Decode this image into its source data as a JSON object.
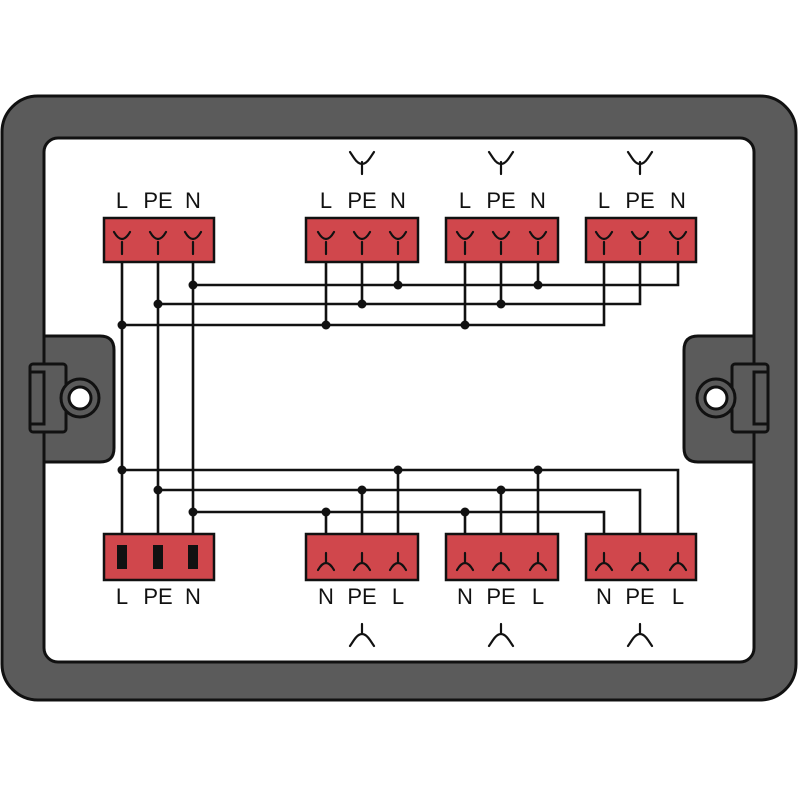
{
  "diagram": {
    "colors": {
      "housing": "#5b5b5b",
      "housing_outline": "#111111",
      "panel": "#ffffff",
      "connector": "#d0474c",
      "wire": "#111111"
    },
    "input_top": {
      "labels": [
        "L",
        "PE",
        "N"
      ]
    },
    "input_bottom": {
      "labels": [
        "L",
        "PE",
        "N"
      ]
    },
    "outputs_top": [
      {
        "labels": [
          "L",
          "PE",
          "N"
        ],
        "symbol": "socket-icon"
      },
      {
        "labels": [
          "L",
          "PE",
          "N"
        ],
        "symbol": "socket-icon"
      },
      {
        "labels": [
          "L",
          "PE",
          "N"
        ],
        "symbol": "socket-icon"
      }
    ],
    "outputs_bottom": [
      {
        "labels": [
          "N",
          "PE",
          "L"
        ],
        "symbol": "socket-icon"
      },
      {
        "labels": [
          "N",
          "PE",
          "L"
        ],
        "symbol": "socket-icon"
      },
      {
        "labels": [
          "N",
          "PE",
          "L"
        ],
        "symbol": "socket-icon"
      }
    ]
  }
}
